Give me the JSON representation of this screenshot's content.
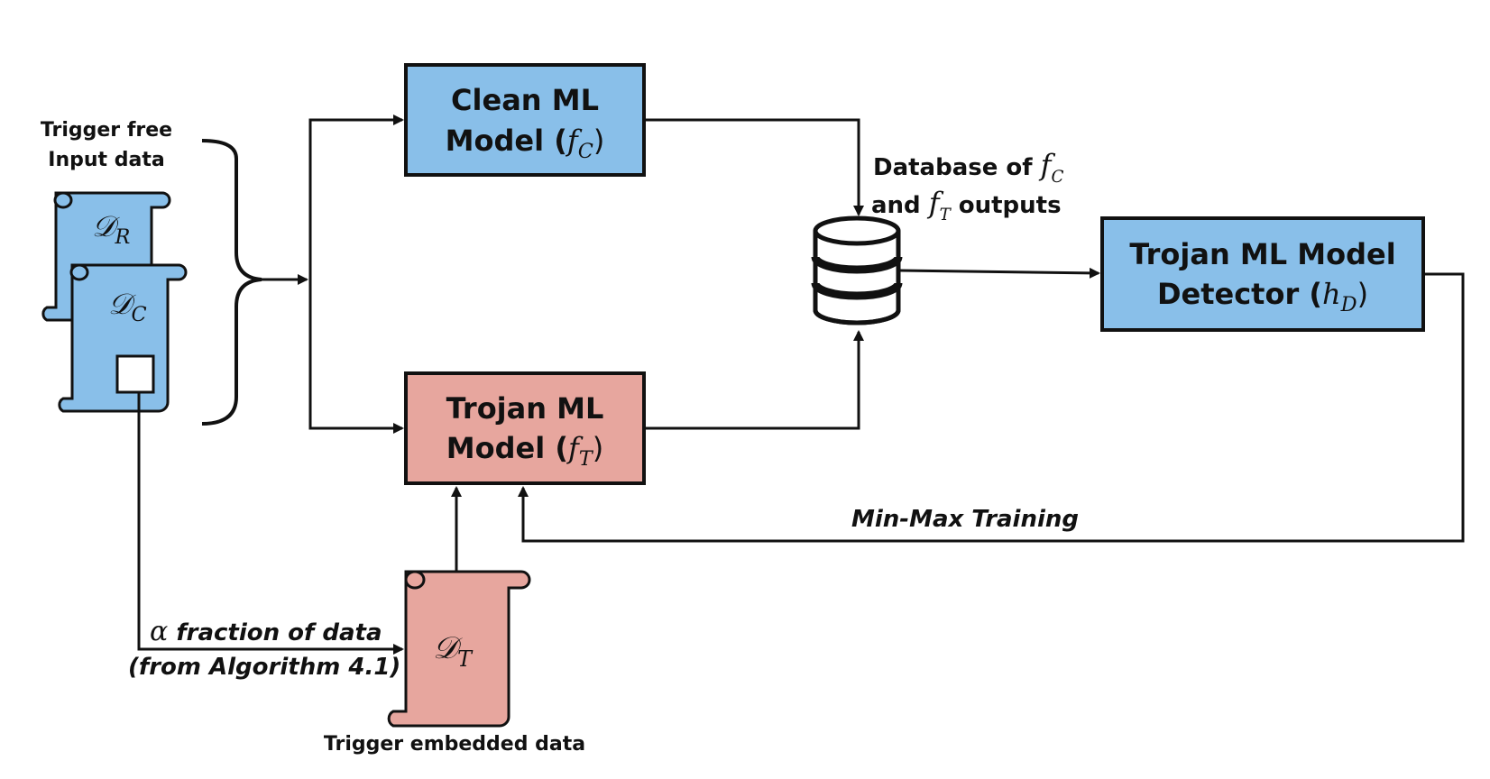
{
  "colors": {
    "blue_fill": "#89bfe9",
    "red_fill": "#e7a69e",
    "stroke": "#111111"
  },
  "inputs": {
    "trigger_free_line1": "Trigger free",
    "trigger_free_line2": "Input data",
    "dr_symbol": "𝒟",
    "dr_sub": "R",
    "dc_symbol": "𝒟",
    "dc_sub": "C"
  },
  "clean_model": {
    "line1": "Clean ML",
    "line2": "Model (",
    "fn": "f",
    "fn_sub": "C",
    "close": ")"
  },
  "trojan_model": {
    "line1": "Trojan ML",
    "line2": "Model (",
    "fn": "f",
    "fn_sub": "T",
    "close": ")"
  },
  "database": {
    "line1": "Database of ",
    "line1_fn": "f",
    "line1_sub": "C",
    "line2_pre": "and ",
    "line2_fn": "f",
    "line2_sub": "T",
    "line2_post": " outputs"
  },
  "detector": {
    "line1": "Trojan ML Model",
    "line2": "Detector (",
    "fn": "h",
    "fn_sub": "D",
    "close": ")"
  },
  "minmax_label": "Min-Max Training",
  "alpha": {
    "symbol": "α",
    "line1": " fraction of data",
    "line2": "(from Algorithm 4.1)"
  },
  "trigger_data": {
    "symbol": "𝒟",
    "sub": "T",
    "caption": "Trigger embedded data"
  }
}
